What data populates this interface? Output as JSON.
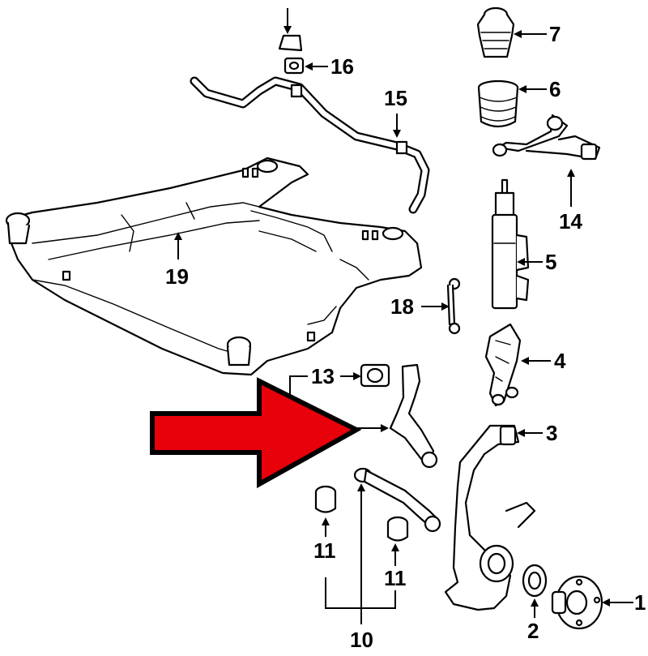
{
  "diagram": {
    "callouts": [
      {
        "id": "c1",
        "label": "1"
      },
      {
        "id": "c2",
        "label": "2"
      },
      {
        "id": "c3",
        "label": "3"
      },
      {
        "id": "c4",
        "label": "4"
      },
      {
        "id": "c5",
        "label": "5"
      },
      {
        "id": "c6",
        "label": "6"
      },
      {
        "id": "c7",
        "label": "7"
      },
      {
        "id": "c10",
        "label": "10"
      },
      {
        "id": "c11a",
        "label": "11"
      },
      {
        "id": "c11b",
        "label": "11"
      },
      {
        "id": "c13",
        "label": "13"
      },
      {
        "id": "c14",
        "label": "14"
      },
      {
        "id": "c15",
        "label": "15"
      },
      {
        "id": "c16",
        "label": "16"
      },
      {
        "id": "c18",
        "label": "18"
      },
      {
        "id": "c19",
        "label": "19"
      }
    ],
    "highlight_arrow_color": "#e8000b",
    "line_color": "#000000"
  }
}
